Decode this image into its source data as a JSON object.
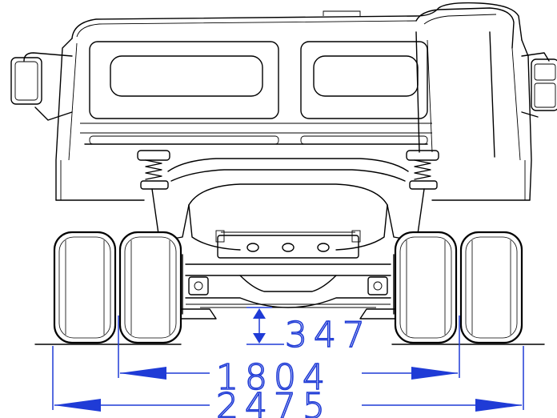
{
  "colors": {
    "drawing_lines": "#000000",
    "dimension_lines": "#1f3bd6",
    "background": "#ffffff"
  },
  "dimensions": {
    "ground_clearance": {
      "value": "347"
    },
    "rear_track": {
      "value": "1804"
    },
    "overall_width": {
      "value": "2475"
    }
  }
}
